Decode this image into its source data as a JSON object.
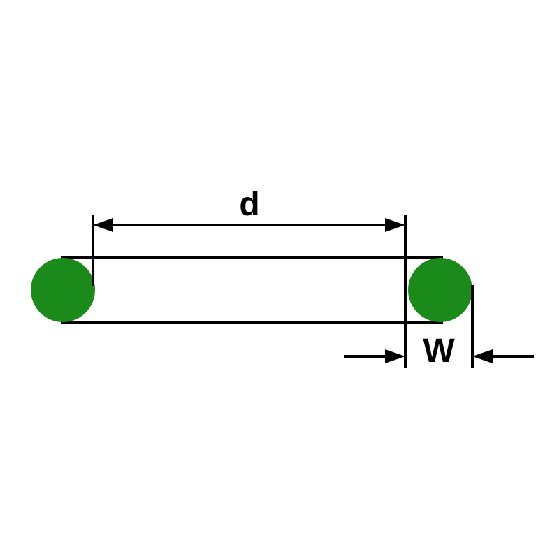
{
  "diagram": {
    "type": "o-ring-dimension-drawing",
    "labels": {
      "inner_diameter": "d",
      "cross_section_width": "W"
    },
    "colors": {
      "ring_green": "#1a8a1a",
      "line_black": "#000000",
      "background": "#ffffff"
    }
  }
}
